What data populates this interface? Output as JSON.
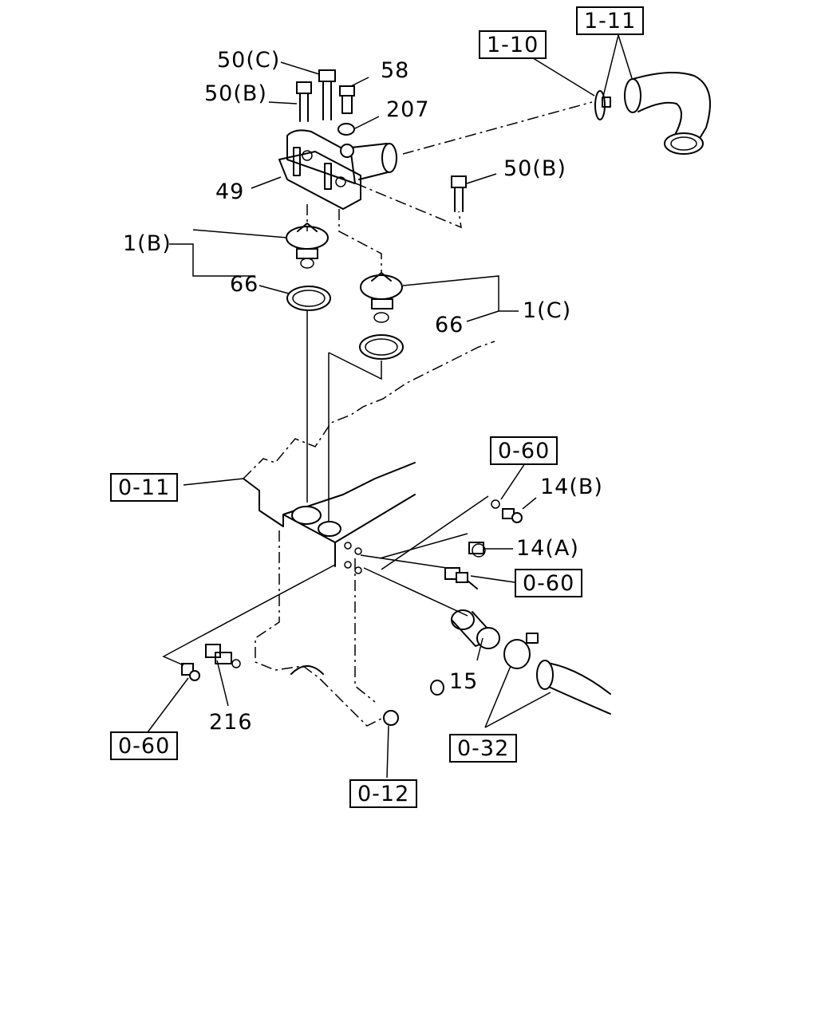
{
  "ref_boxes": {
    "r1_11": "1-11",
    "r1_10": "1-10",
    "r0_60_top": "0-60",
    "r0_11": "0-11",
    "r0_60_mid": "0-60",
    "r0_60_left": "0-60",
    "r0_32": "0-32",
    "r0_12": "0-12"
  },
  "part_labels": {
    "p50c": "50(C)",
    "p58": "58",
    "p50b_top": "50(B)",
    "p207": "207",
    "p49": "49",
    "p50b_right": "50(B)",
    "p1b": "1(B)",
    "p66_left": "66",
    "p1c": "1(C)",
    "p66_right": "66",
    "p14b": "14(B)",
    "p14a": "14(A)",
    "p15": "15",
    "p216": "216"
  }
}
